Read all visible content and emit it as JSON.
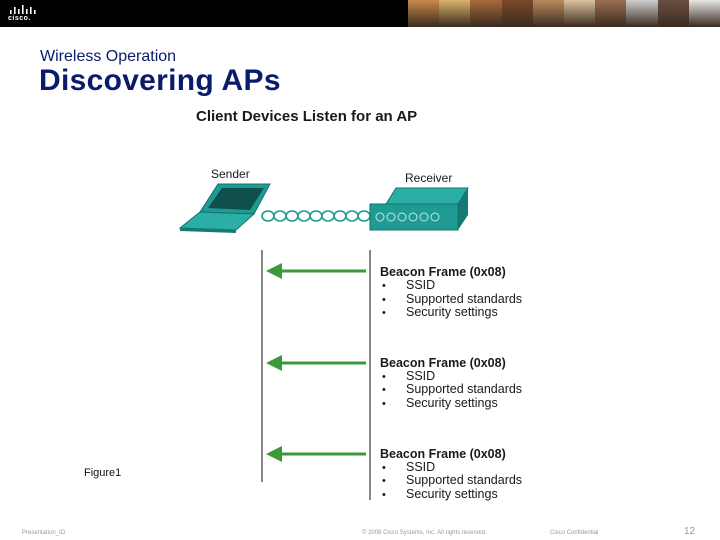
{
  "header": {
    "logo_text": "cisco.",
    "photos": [
      "#c98a4a",
      "#d9b36a",
      "#a86a3a",
      "#7a4a2a",
      "#b88a5a",
      "#d8c2a0",
      "#9a7050",
      "#cfcfcf",
      "#6a5040",
      "#e6e6e6"
    ]
  },
  "slide": {
    "section": "Wireless Operation",
    "title": "Discovering APs"
  },
  "diagram": {
    "heading": "Client Devices Listen for an AP",
    "sender_label": "Sender",
    "receiver_label": "Receiver",
    "frames": [
      {
        "title": "Beacon Frame (0x08)",
        "items": [
          "SSID",
          "Supported standards",
          "Security settings"
        ]
      },
      {
        "title": "Beacon Frame (0x08)",
        "items": [
          "SSID",
          "Supported standards",
          "Security settings"
        ]
      },
      {
        "title": "Beacon Frame (0x08)",
        "items": [
          "SSID",
          "Supported standards",
          "Security settings"
        ]
      }
    ],
    "bullet": "•"
  },
  "caption": "Figure1",
  "footer": {
    "presentation": "Presentation_ID",
    "copyright": "© 2008 Cisco Systems, Inc. All rights reserved.",
    "confidential": "Cisco Confidential",
    "page_number": "12"
  },
  "colors": {
    "title": "#0a1b6b",
    "teal": "#1f9b94",
    "arrow": "#3a9a3a"
  }
}
